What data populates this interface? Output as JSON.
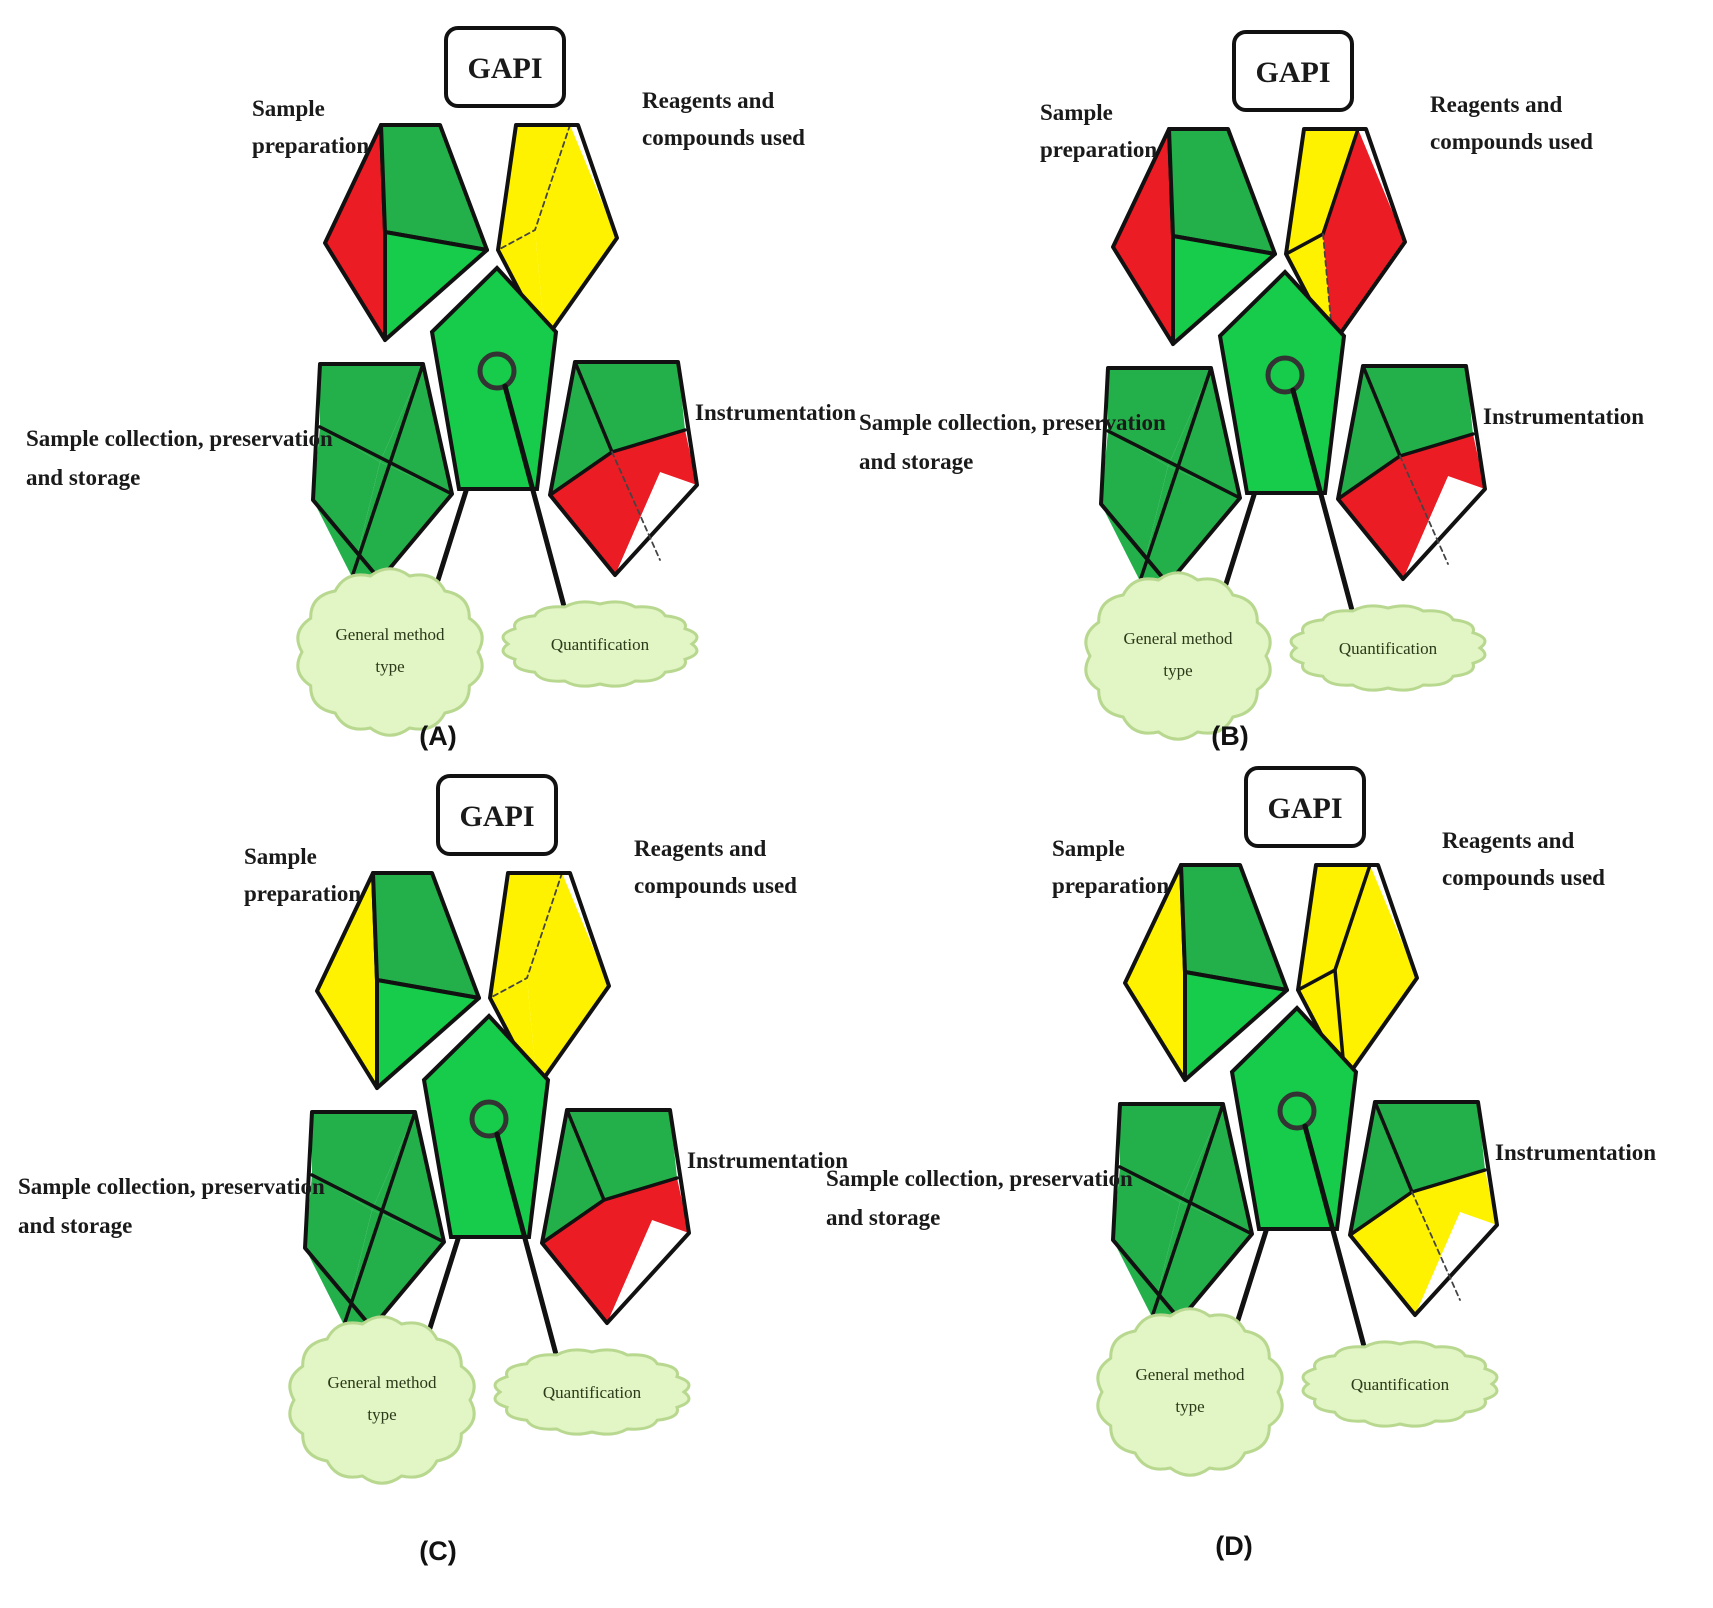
{
  "figure": {
    "colors": {
      "green_dark": "#23b04a",
      "green_light": "#16cc4a",
      "yellow": "#fef200",
      "red": "#ec1c24",
      "cloud_fill": "#e2f5c4"
    },
    "labels": {
      "title": "GAPI",
      "sample_preparation_line1": "Sample",
      "sample_preparation_line2": "preparation",
      "reagents_line1": "Reagents and",
      "reagents_line2": "compounds used",
      "instrumentation": "Instrumentation",
      "sample_collection_line1": "Sample collection, preservation",
      "sample_collection_line2": "and storage",
      "general_method_line1": "General method",
      "general_method_line2": "type",
      "quantification": "Quantification"
    },
    "panels": [
      {
        "letter": "(A)",
        "sample_preparation": [
          "red",
          "green_dark",
          "green_light"
        ],
        "reagents": [
          "yellow",
          "yellow",
          "yellow"
        ],
        "instrumentation": [
          "green_dark",
          "green_dark",
          "red",
          "red"
        ],
        "sample_collection": [
          "green_dark",
          "green_dark",
          "green_dark",
          "green_dark"
        ],
        "center": "green_light"
      },
      {
        "letter": "(B)",
        "sample_preparation": [
          "red",
          "green_dark",
          "green_light"
        ],
        "reagents": [
          "yellow",
          "yellow",
          "red"
        ],
        "instrumentation": [
          "green_dark",
          "green_dark",
          "red",
          "red"
        ],
        "sample_collection": [
          "green_dark",
          "green_dark",
          "green_dark",
          "green_dark"
        ],
        "center": "green_light"
      },
      {
        "letter": "(C)",
        "sample_preparation": [
          "yellow",
          "green_dark",
          "green_light"
        ],
        "reagents": [
          "yellow",
          "yellow",
          "yellow"
        ],
        "instrumentation": [
          "green_dark",
          "green_dark",
          "red",
          "red"
        ],
        "sample_collection": [
          "green_dark",
          "green_dark",
          "green_dark",
          "green_dark"
        ],
        "center": "green_light"
      },
      {
        "letter": "(D)",
        "sample_preparation": [
          "yellow",
          "green_dark",
          "green_light"
        ],
        "reagents": [
          "yellow",
          "yellow",
          "yellow"
        ],
        "instrumentation": [
          "green_dark",
          "green_dark",
          "yellow",
          "yellow"
        ],
        "sample_collection": [
          "green_dark",
          "green_dark",
          "green_dark",
          "green_dark"
        ],
        "center": "green_light"
      }
    ]
  }
}
